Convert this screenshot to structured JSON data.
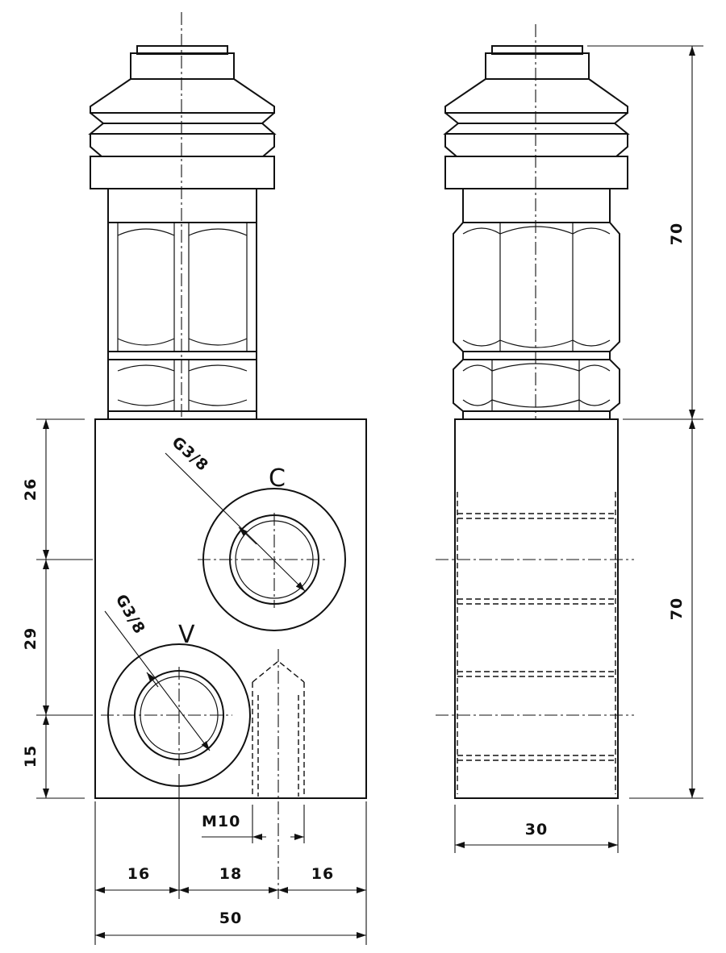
{
  "port_labels": {
    "c": "C",
    "v": "V"
  },
  "thread_callouts": {
    "c": "G3/8",
    "v": "G3/8"
  },
  "screw_callout": "M10",
  "dimensions": {
    "height_upper": "70",
    "height_lower": "70",
    "pitch_top": "26",
    "pitch_mid": "29",
    "pitch_bottom": "15",
    "width_left": "16",
    "width_mid": "18",
    "width_right": "16",
    "width_total": "50",
    "side_thickness": "30"
  }
}
